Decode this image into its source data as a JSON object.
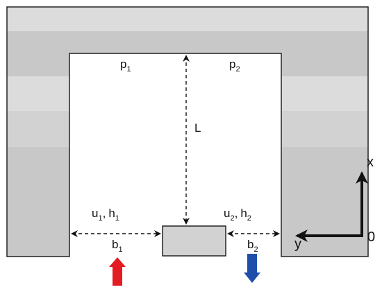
{
  "colors": {
    "wall_light": "#dcdcdc",
    "wall_mid": "#d2d2d2",
    "wall_dark": "#c8c8c8",
    "outline": "#222222",
    "arrow_in": "#e31b23",
    "arrow_out": "#1f4fa8"
  },
  "labels": {
    "p1": {
      "main": "p",
      "sub": "1"
    },
    "p2": {
      "main": "p",
      "sub": "2"
    },
    "L": "L",
    "u1": {
      "main": "u",
      "sub": "1"
    },
    "h1": {
      "main": "h",
      "sub": "1"
    },
    "u2": {
      "main": "u",
      "sub": "2"
    },
    "h2": {
      "main": "h",
      "sub": "2"
    },
    "b1": {
      "main": "b",
      "sub": "1"
    },
    "b2": {
      "main": "b",
      "sub": "2"
    },
    "comma": ",",
    "axis_x": "x",
    "axis_y": "y",
    "origin": "0"
  },
  "icons": {
    "inflow": "arrow-up-icon",
    "outflow": "arrow-down-icon"
  }
}
